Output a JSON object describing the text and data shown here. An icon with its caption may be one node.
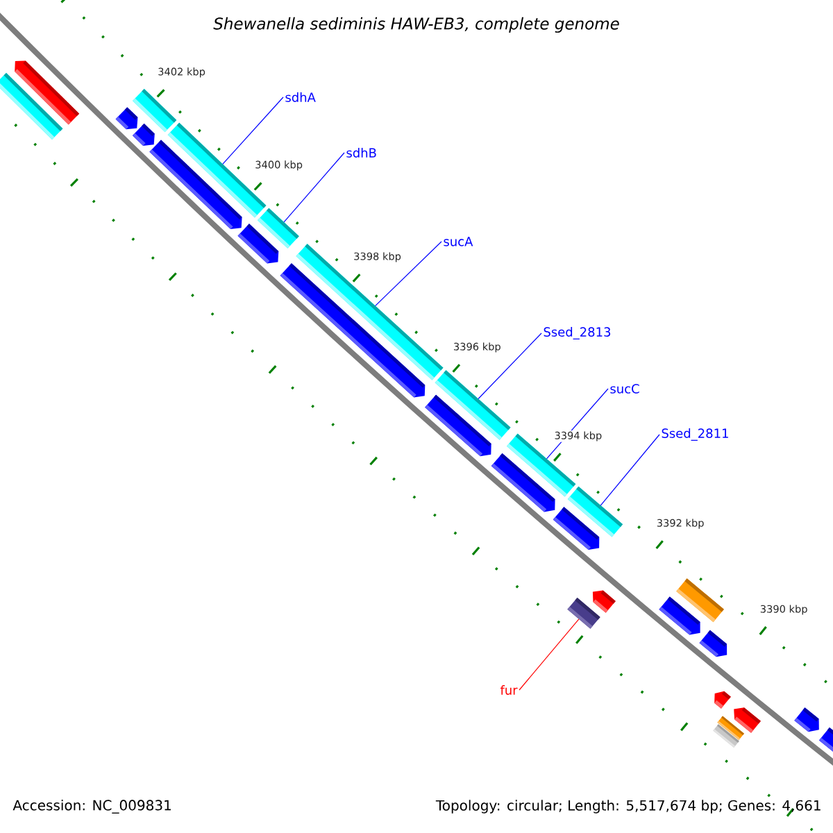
{
  "diagram": {
    "title": "Shewanella sediminis HAW-EB3, complete genome",
    "nodes": [
      {
        "text": [
          "sdhA"
        ]
      },
      {
        "text": [
          "sdhB"
        ]
      },
      {
        "text": [
          "sucA"
        ]
      },
      {
        "text": [
          "Ssed_2813"
        ]
      },
      {
        "text": [
          "sucC"
        ]
      },
      {
        "text": [
          "Ssed_2811"
        ]
      },
      {
        "text": [
          "fur"
        ]
      },
      {
        "text": [],
        "shape": "bar"
      },
      {
        "text": [],
        "shape": "arrow"
      },
      {
        "text": [],
        "shape": "arrow"
      },
      {
        "text": [],
        "shape": "arrow"
      },
      {
        "text": [],
        "shape": "bar"
      },
      {
        "text": [],
        "shape": "arrow"
      },
      {
        "text": [],
        "shape": "bar"
      },
      {
        "text": [],
        "shape": "arrow"
      },
      {
        "text": [],
        "shape": "bar"
      },
      {
        "text": [],
        "shape": "arrow"
      },
      {
        "text": [],
        "shape": "bar"
      },
      {
        "text": [],
        "shape": "arrow"
      },
      {
        "text": [],
        "shape": "bar"
      },
      {
        "text": [],
        "shape": "arrow"
      },
      {
        "text": [],
        "shape": "bar"
      },
      {
        "text": [],
        "shape": "arrow"
      },
      {
        "text": [],
        "shape": "bar"
      },
      {
        "text": [],
        "shape": "bar"
      },
      {
        "text": [],
        "shape": "arrow"
      },
      {
        "text": [],
        "shape": "arrow"
      },
      {
        "text": [],
        "shape": "bar"
      },
      {
        "text": [],
        "shape": "arrow"
      },
      {
        "text": [],
        "shape": "bar"
      },
      {
        "text": [],
        "shape": "arrow"
      },
      {
        "text": [],
        "shape": "bar"
      },
      {
        "text": [],
        "shape": "arrow"
      },
      {
        "text": [],
        "shape": "arrow"
      },
      {
        "text": [],
        "shape": "arrow"
      }
    ],
    "edges": [
      {
        "from": 0,
        "to": 13,
        "arrow": "none"
      },
      {
        "from": 1,
        "to": 15,
        "arrow": "none"
      },
      {
        "from": 2,
        "to": 17,
        "arrow": "none"
      },
      {
        "from": 3,
        "to": 19,
        "arrow": "none"
      },
      {
        "from": 4,
        "to": 21,
        "arrow": "none"
      },
      {
        "from": 5,
        "to": 24,
        "arrow": "none"
      },
      {
        "from": 6,
        "to": 23,
        "arrow": "none",
        "color": "#ff0000"
      }
    ],
    "labels": [
      "3402 kbp",
      "3400 kbp",
      "3398 kbp",
      "3396 kbp",
      "3394 kbp",
      "3392 kbp",
      "3390 kbp",
      "Accession: NC_009831",
      "Topology: circular; Length: 5,517,674 bp; Genes: 4,661"
    ]
  }
}
